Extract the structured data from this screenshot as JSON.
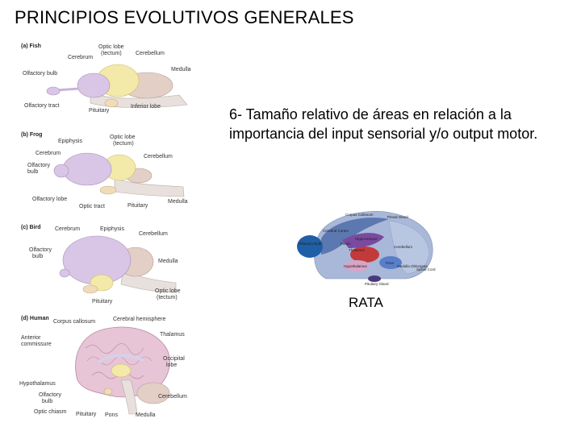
{
  "slide": {
    "title": "PRINCIPIOS EVOLUTIVOS GENERALES",
    "body": "6- Tamaño relativo de áreas en relación a la importancia del input sensorial y/o output motor.",
    "rat_caption": "RATA"
  },
  "panels": {
    "fish": {
      "heading": "(a) Fish",
      "labels": [
        "Optic lobe",
        "(tectum)",
        "Cerebellum",
        "Cerebrum",
        "Medulla",
        "Olfactory bulb",
        "Olfactory tract",
        "Pituitary",
        "Inferior lobe"
      ]
    },
    "frog": {
      "heading": "(b) Frog",
      "labels": [
        "Epiphysis",
        "Optic lobe",
        "(tectum)",
        "Cerebrum",
        "Cerebellum",
        "Olfactory",
        "bulb",
        "Olfactory lobe",
        "Optic tract",
        "Pituitary",
        "Medulla"
      ]
    },
    "bird": {
      "heading": "(c) Bird",
      "labels": [
        "Cerebrum",
        "Epiphysis",
        "Cerebellum",
        "Olfactory",
        "bulb",
        "Medulla",
        "Pituitary",
        "Optic lobe",
        "(tectum)"
      ]
    },
    "human": {
      "heading": "(d) Human",
      "labels": [
        "Corpus callosum",
        "Cerebral hemisphere",
        "Thalamus",
        "Anterior",
        "commissure",
        "Occipital",
        "lobe",
        "Hypothalamus",
        "Olfactory",
        "bulb",
        "Cerebellum",
        "Optic chiasm",
        "Pituitary",
        "Pons",
        "Medulla"
      ]
    }
  },
  "rat": {
    "labels": [
      "Corpus Callosum",
      "Pineal Gland",
      "Cerebral Cortex",
      "Hippocampus",
      "Fornix",
      "Thalamus",
      "Cerebellum",
      "Olfactory Bulb",
      "Hypothalamus",
      "Pons",
      "Medulla Oblongata",
      "Spinal Cord",
      "Pituitary Gland"
    ]
  },
  "colors": {
    "cerebrum": "#d9c6e6",
    "optic_lobe": "#f3e9a8",
    "cerebellum": "#e3cfc6",
    "rat_cortex": "#5c78b0",
    "rat_olfactory": "#1f5fa8",
    "rat_thalamus": "#c23a3a"
  }
}
